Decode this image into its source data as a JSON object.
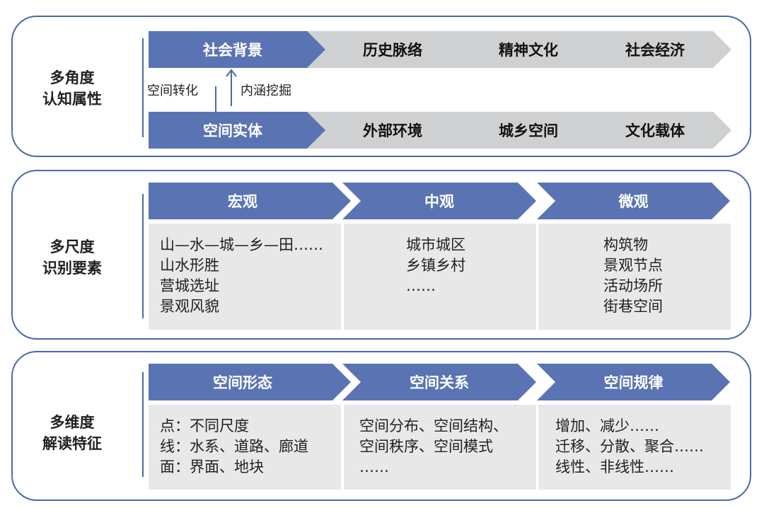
{
  "panel1": {
    "label_lines": [
      "多角度",
      "认知属性"
    ],
    "top_row": [
      "社会背景",
      "历史脉络",
      "精神文化",
      "社会经济"
    ],
    "bottom_row": [
      "空间实体",
      "外部环境",
      "城乡空间",
      "文化载体"
    ],
    "down_label": "空间转化",
    "up_label": "内涵挖掘"
  },
  "panel2": {
    "label_lines": [
      "多尺度",
      "识别要素"
    ],
    "columns": [
      {
        "header": "宏观",
        "lines": [
          "山—水—城—乡—田……",
          "山水形胜",
          "营城选址",
          "景观风貌"
        ]
      },
      {
        "header": "中观",
        "lines": [
          "城市城区",
          "乡镇乡村",
          "……"
        ]
      },
      {
        "header": "微观",
        "lines": [
          "构筑物",
          "景观节点",
          "活动场所",
          "街巷空间"
        ]
      }
    ]
  },
  "panel3": {
    "label_lines": [
      "多维度",
      "解读特征"
    ],
    "columns": [
      {
        "header": "空间形态",
        "lines": [
          "点：不同尺度",
          "线：水系、道路、廊道",
          "面：界面、地块"
        ]
      },
      {
        "header": "空间关系",
        "lines": [
          "空间分布、空间结构、",
          "空间秩序、空间模式",
          "……"
        ]
      },
      {
        "header": "空间规律",
        "lines": [
          "增加、减少……",
          "迁移、分散、聚合……",
          "线性、非线性……"
        ]
      }
    ]
  },
  "colors": {
    "accent_blue": "#5a74b3",
    "border_blue": "#4a6aa5",
    "chevron_grey": "#cfd0d2",
    "box_grey": "#e8e8e8"
  }
}
